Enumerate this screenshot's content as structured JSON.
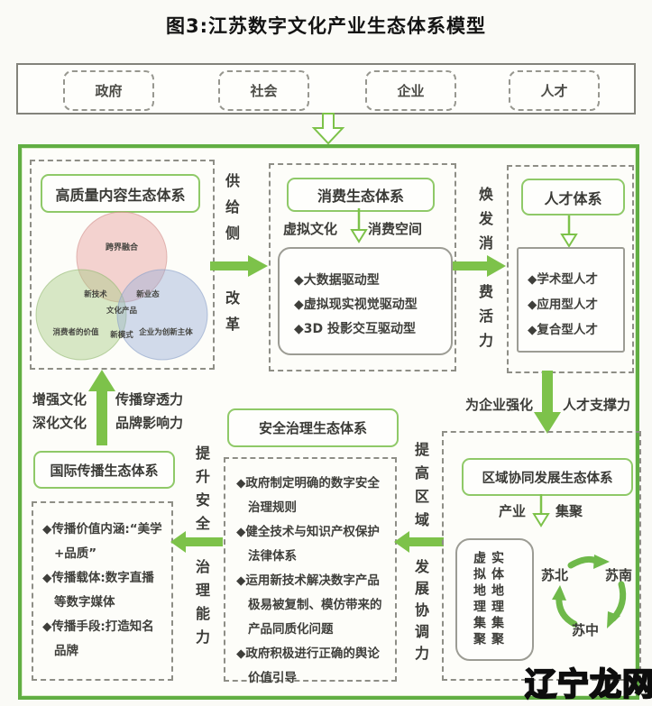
{
  "title": "图3:江苏数字文化产业生态体系模型",
  "top_actors": [
    "政府",
    "社会",
    "企业",
    "人才"
  ],
  "content_box": {
    "title": "高质量内容生态体系",
    "venn": {
      "top": "跨界融合",
      "left": "消费者的价值",
      "right": "企业为创新主体",
      "overlap_top_left": "新技术",
      "overlap_top_right": "新业态",
      "overlap_bottom": "新模式",
      "center": "文化产品"
    }
  },
  "supply_label": {
    "top": "供给侧",
    "bottom": "改革"
  },
  "consumption_box": {
    "title": "消费生态体系",
    "sub_left": "虚拟文化",
    "sub_right": "消费空间",
    "items": [
      "◆大数据驱动型",
      "◆虚拟现实视觉驱动型",
      "◆3D 投影交互驱动型"
    ]
  },
  "vitality_label": {
    "top": "焕发消",
    "bottom": "费活力"
  },
  "talent_box": {
    "title": "人才体系",
    "items": [
      "◆学术型人才",
      "◆应用型人才",
      "◆复合型人才"
    ]
  },
  "culture_up_label": {
    "left_line1": "增强文化",
    "left_line2": "深化文化",
    "right_line1": "传播穿透力",
    "right_line2": "品牌影响力"
  },
  "intl_box": {
    "title": "国际传播生态体系",
    "items": [
      "◆传播价值内涵:“美学+品质”",
      "◆传播载体:数字直播等数字媒体",
      "◆传播手段:打造知名品牌"
    ]
  },
  "security_label": {
    "top": "提升安全",
    "bottom": "治理能力"
  },
  "security_box": {
    "title": "安全治理生态体系",
    "items": [
      "◆政府制定明确的数字安全治理规则",
      "◆健全技术与知识产权保护法律体系",
      "◆运用新技术解决数字产品极易被复制、模仿带来的产品同质化问题",
      "◆政府积极进行正确的舆论价值引导"
    ]
  },
  "regional_label": {
    "top": "提高区域",
    "bottom": "发展协调力"
  },
  "talent_down_label": {
    "left": "为企业强化",
    "right": "人才支撑力"
  },
  "regional_box": {
    "title": "区域协同发展生态体系",
    "sub_left": "产业",
    "sub_right": "集聚",
    "agglomeration": {
      "col_right": "实体地理集聚",
      "col_left": "虚拟地理集聚"
    },
    "cycle": {
      "top_left": "苏北",
      "top_right": "苏南",
      "bottom": "苏中"
    }
  },
  "watermark": {
    "part1": "辽宁",
    "part2": "龙网"
  },
  "colors": {
    "green_border": "#8fc968",
    "green_arrow": "#7dc24a",
    "main_border": "#61ae43",
    "dash_gray": "#8e8e86",
    "watermark_red": "#cf4318"
  }
}
